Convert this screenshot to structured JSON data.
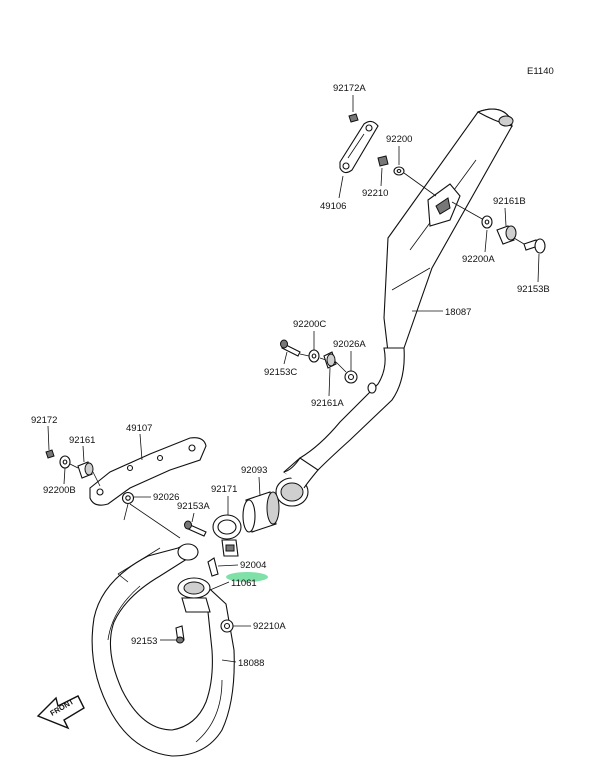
{
  "diagram": {
    "code": "E1140",
    "front_label": "FRONT",
    "highlight_color": "#7fe0a8",
    "parts": {
      "p92172A": "92172A",
      "p92200": "92200",
      "p92210": "92210",
      "p49106": "49106",
      "p92161B": "92161B",
      "p92200A": "92200A",
      "p92153B": "92153B",
      "p18087": "18087",
      "p92200C": "92200C",
      "p92026A": "92026A",
      "p92153C": "92153C",
      "p92161A": "92161A",
      "p92172": "92172",
      "p92161": "92161",
      "p49107": "49107",
      "p92200B": "92200B",
      "p92026": "92026",
      "p92093": "92093",
      "p92171": "92171",
      "p92153A": "92153A",
      "p92004": "92004",
      "p11061": "11061",
      "p92153": "92153",
      "p92210A": "92210A",
      "p18088": "18088"
    }
  }
}
